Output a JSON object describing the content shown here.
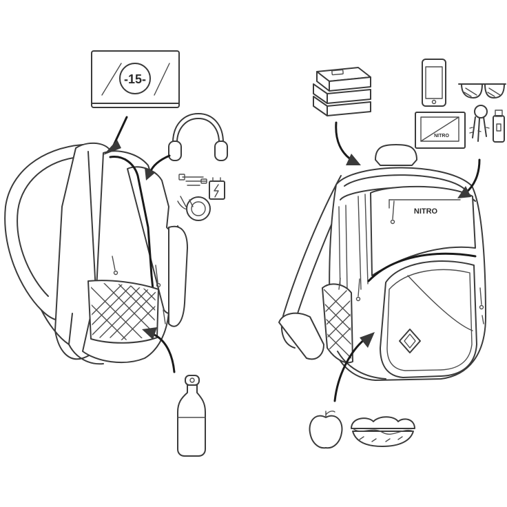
{
  "laptop": {
    "size_label": "-15-"
  },
  "right_backpack": {
    "brand_label": "NITRO"
  },
  "organizer": {
    "brand_label": "NITRO"
  },
  "colors": {
    "line": "#3a3a3a",
    "background": "#ffffff"
  }
}
